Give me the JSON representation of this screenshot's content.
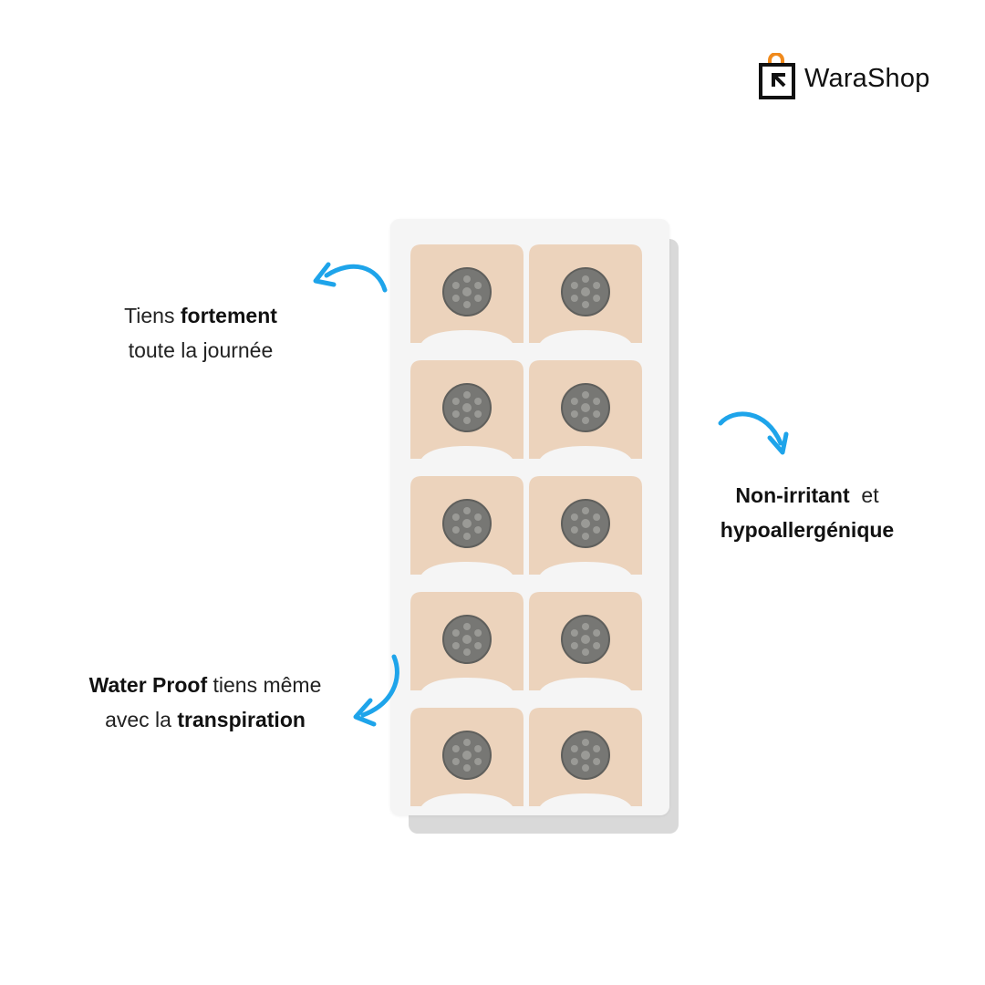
{
  "brand": {
    "name": "WaraShop",
    "accent_color": "#f08a1c",
    "logo_icon": "shopping-bag-return-icon"
  },
  "product": {
    "rows": 5,
    "columns": 2,
    "patch_color": "#ecd3bc",
    "magnet_color": "#777774"
  },
  "captions": {
    "top_left": {
      "line1_regular": "Tiens ",
      "line1_bold": "fortement",
      "line2_regular": "toute la journée"
    },
    "right": {
      "line1_bold": "Non-irritant",
      "line1_regular": "  et",
      "line2_bold": "hypoallergénique"
    },
    "bottom_left": {
      "line1_bold": "Water Proof",
      "line1_regular": " tiens même",
      "line2_regular": "avec la ",
      "line2_bold": "transpiration"
    }
  },
  "arrows": {
    "color": "#1ea4ea",
    "icons": [
      "curved-arrow-left-icon",
      "curved-arrow-down-icon",
      "curved-arrow-down-left-icon"
    ]
  }
}
